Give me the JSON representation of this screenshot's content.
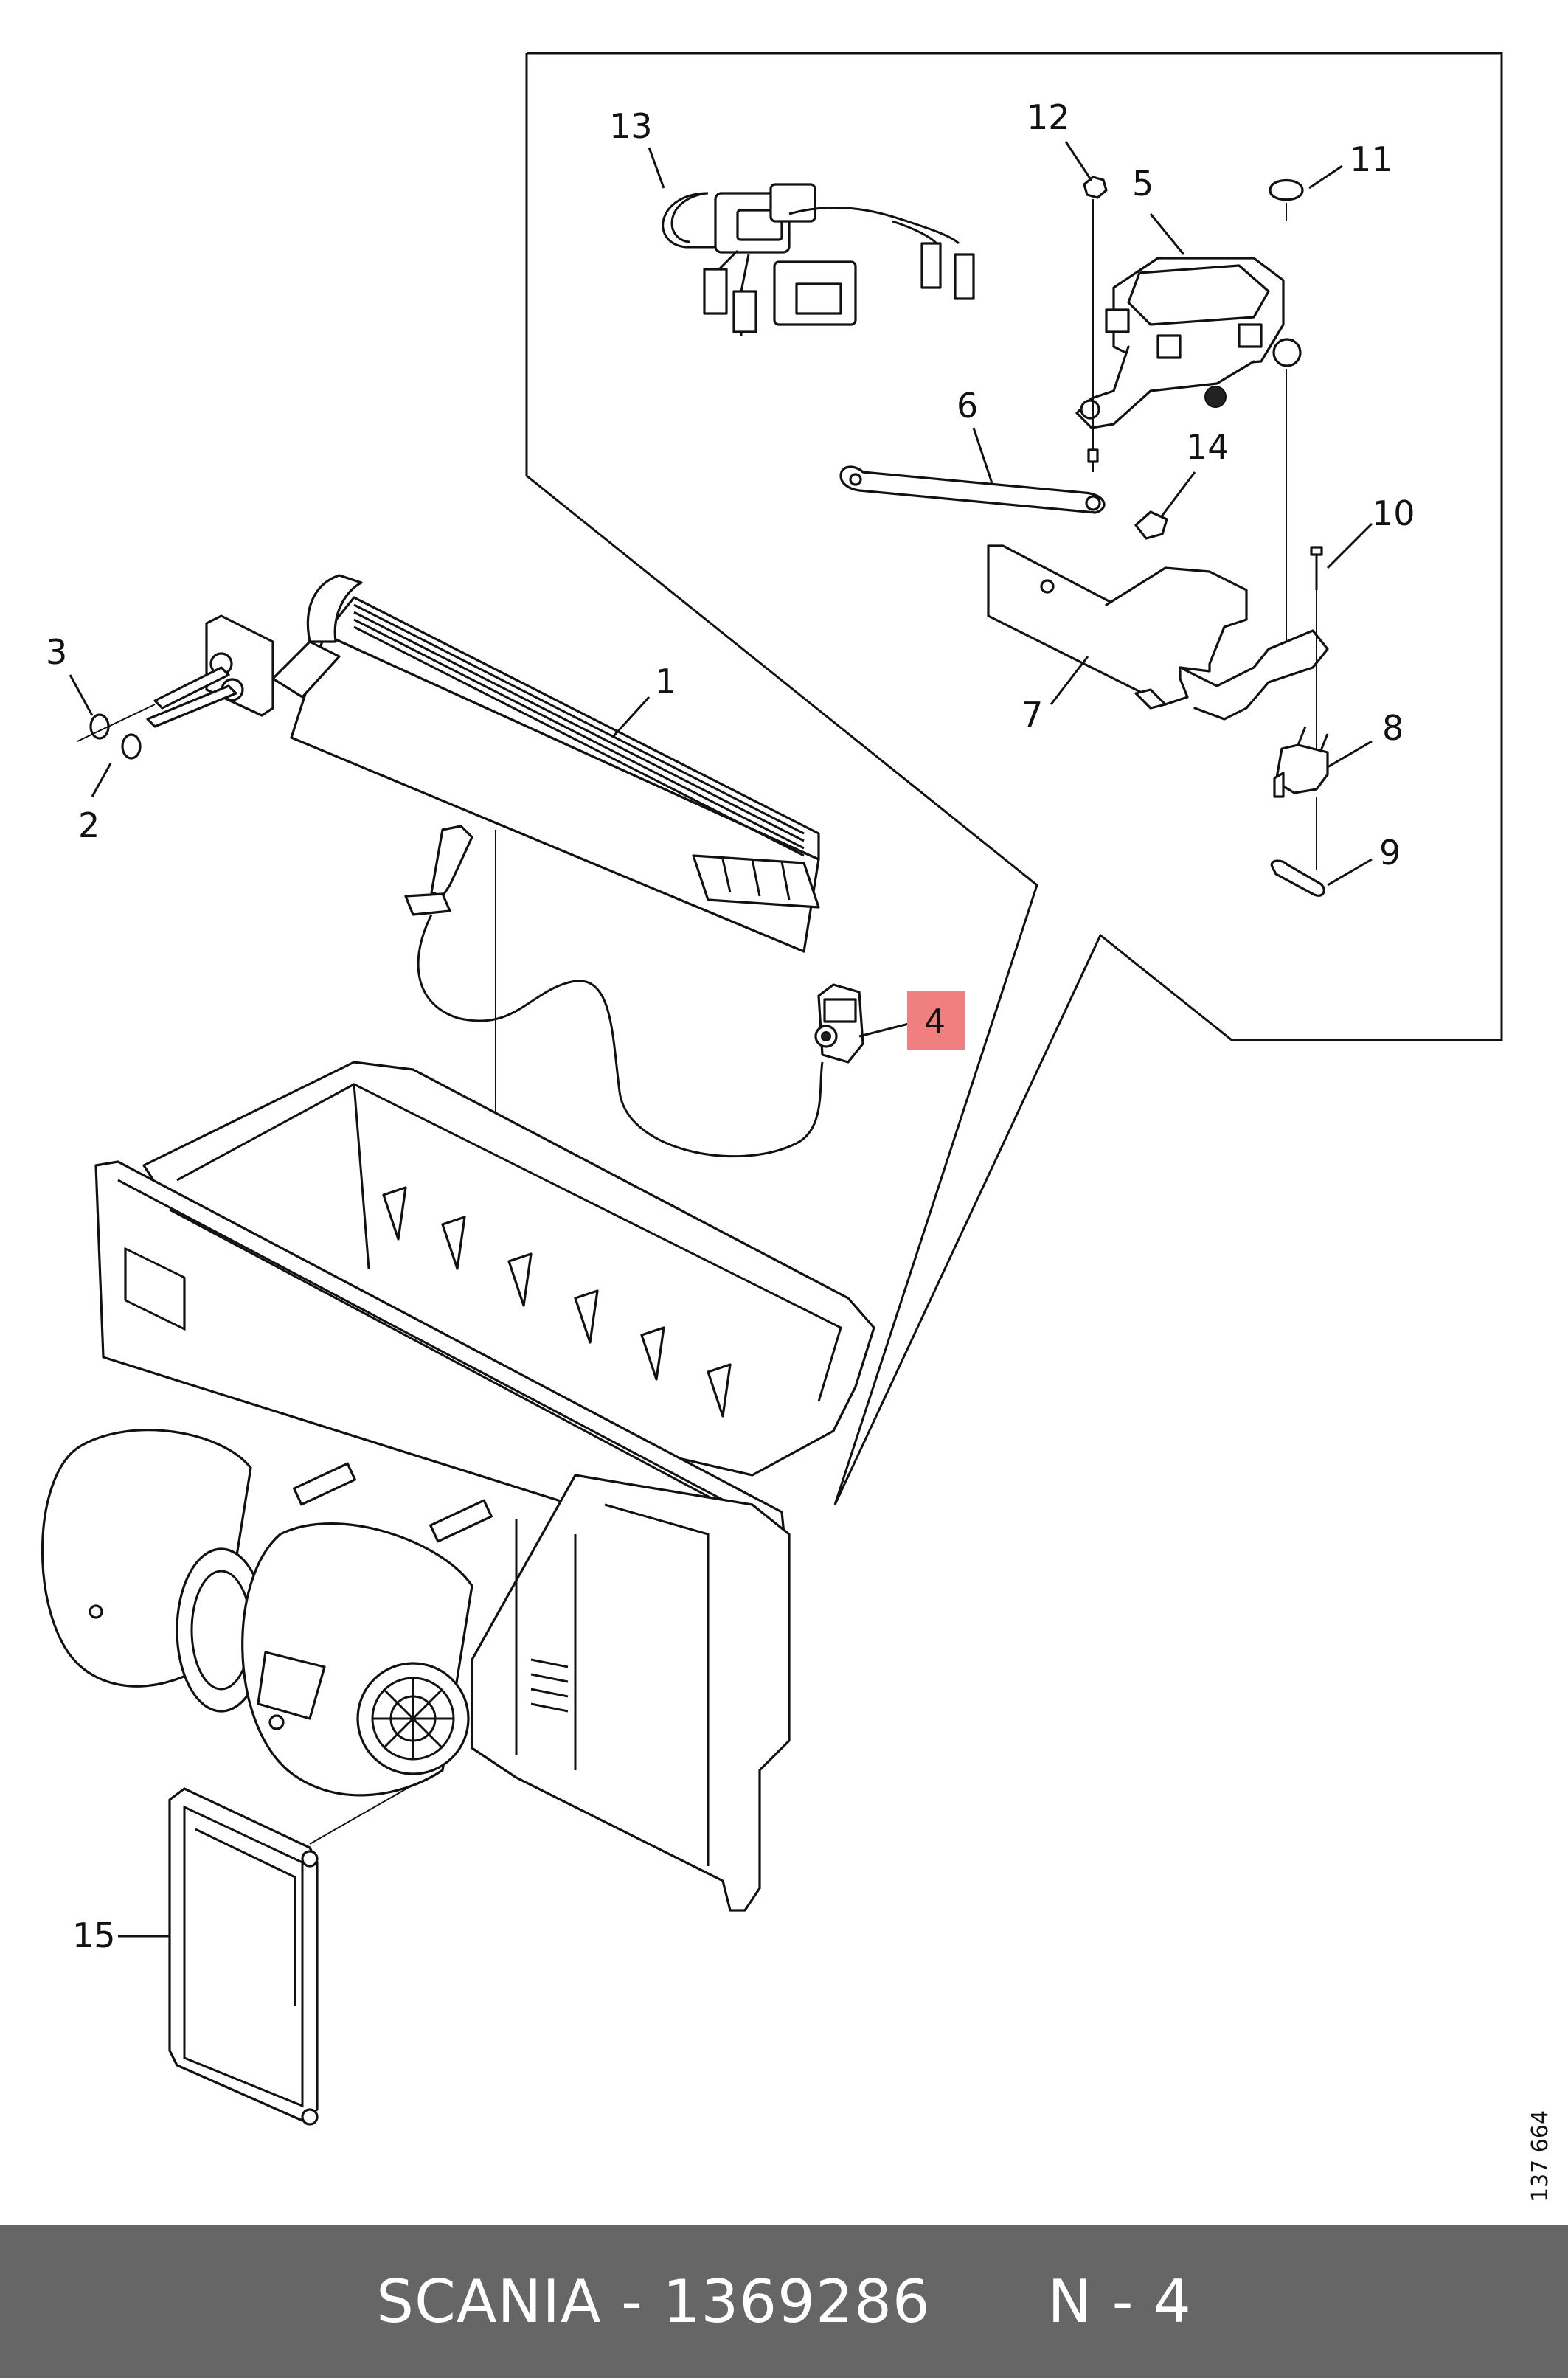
{
  "diagram": {
    "callouts": [
      {
        "id": "1",
        "text": "1"
      },
      {
        "id": "2",
        "text": "2"
      },
      {
        "id": "3",
        "text": "3"
      },
      {
        "id": "4",
        "text": "4",
        "highlighted": true
      },
      {
        "id": "5",
        "text": "5"
      },
      {
        "id": "6",
        "text": "6"
      },
      {
        "id": "7",
        "text": "7"
      },
      {
        "id": "8",
        "text": "8"
      },
      {
        "id": "9",
        "text": "9"
      },
      {
        "id": "10",
        "text": "10"
      },
      {
        "id": "11",
        "text": "11"
      },
      {
        "id": "12",
        "text": "12"
      },
      {
        "id": "13",
        "text": "13"
      },
      {
        "id": "14",
        "text": "14"
      },
      {
        "id": "15",
        "text": "15"
      }
    ],
    "doc_number": "137 664",
    "highlight_color": "#f08080"
  },
  "footer": {
    "brand": "SCANIA",
    "separator": " - ",
    "part_number": "1369286",
    "position_label": "N - 4",
    "background": "#666666"
  }
}
